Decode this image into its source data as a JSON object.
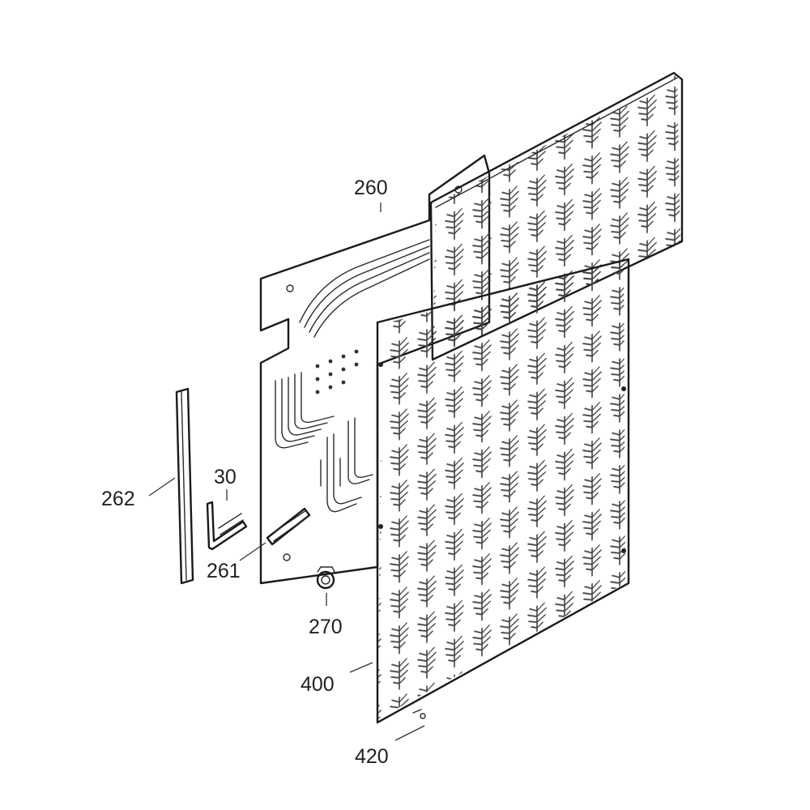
{
  "callouts": [
    {
      "id": "c260",
      "label": "260"
    },
    {
      "id": "c262",
      "label": "262"
    },
    {
      "id": "c30",
      "label": "30"
    },
    {
      "id": "c261",
      "label": "261"
    },
    {
      "id": "c270",
      "label": "270"
    },
    {
      "id": "c400",
      "label": "400"
    },
    {
      "id": "c420",
      "label": "420"
    }
  ]
}
